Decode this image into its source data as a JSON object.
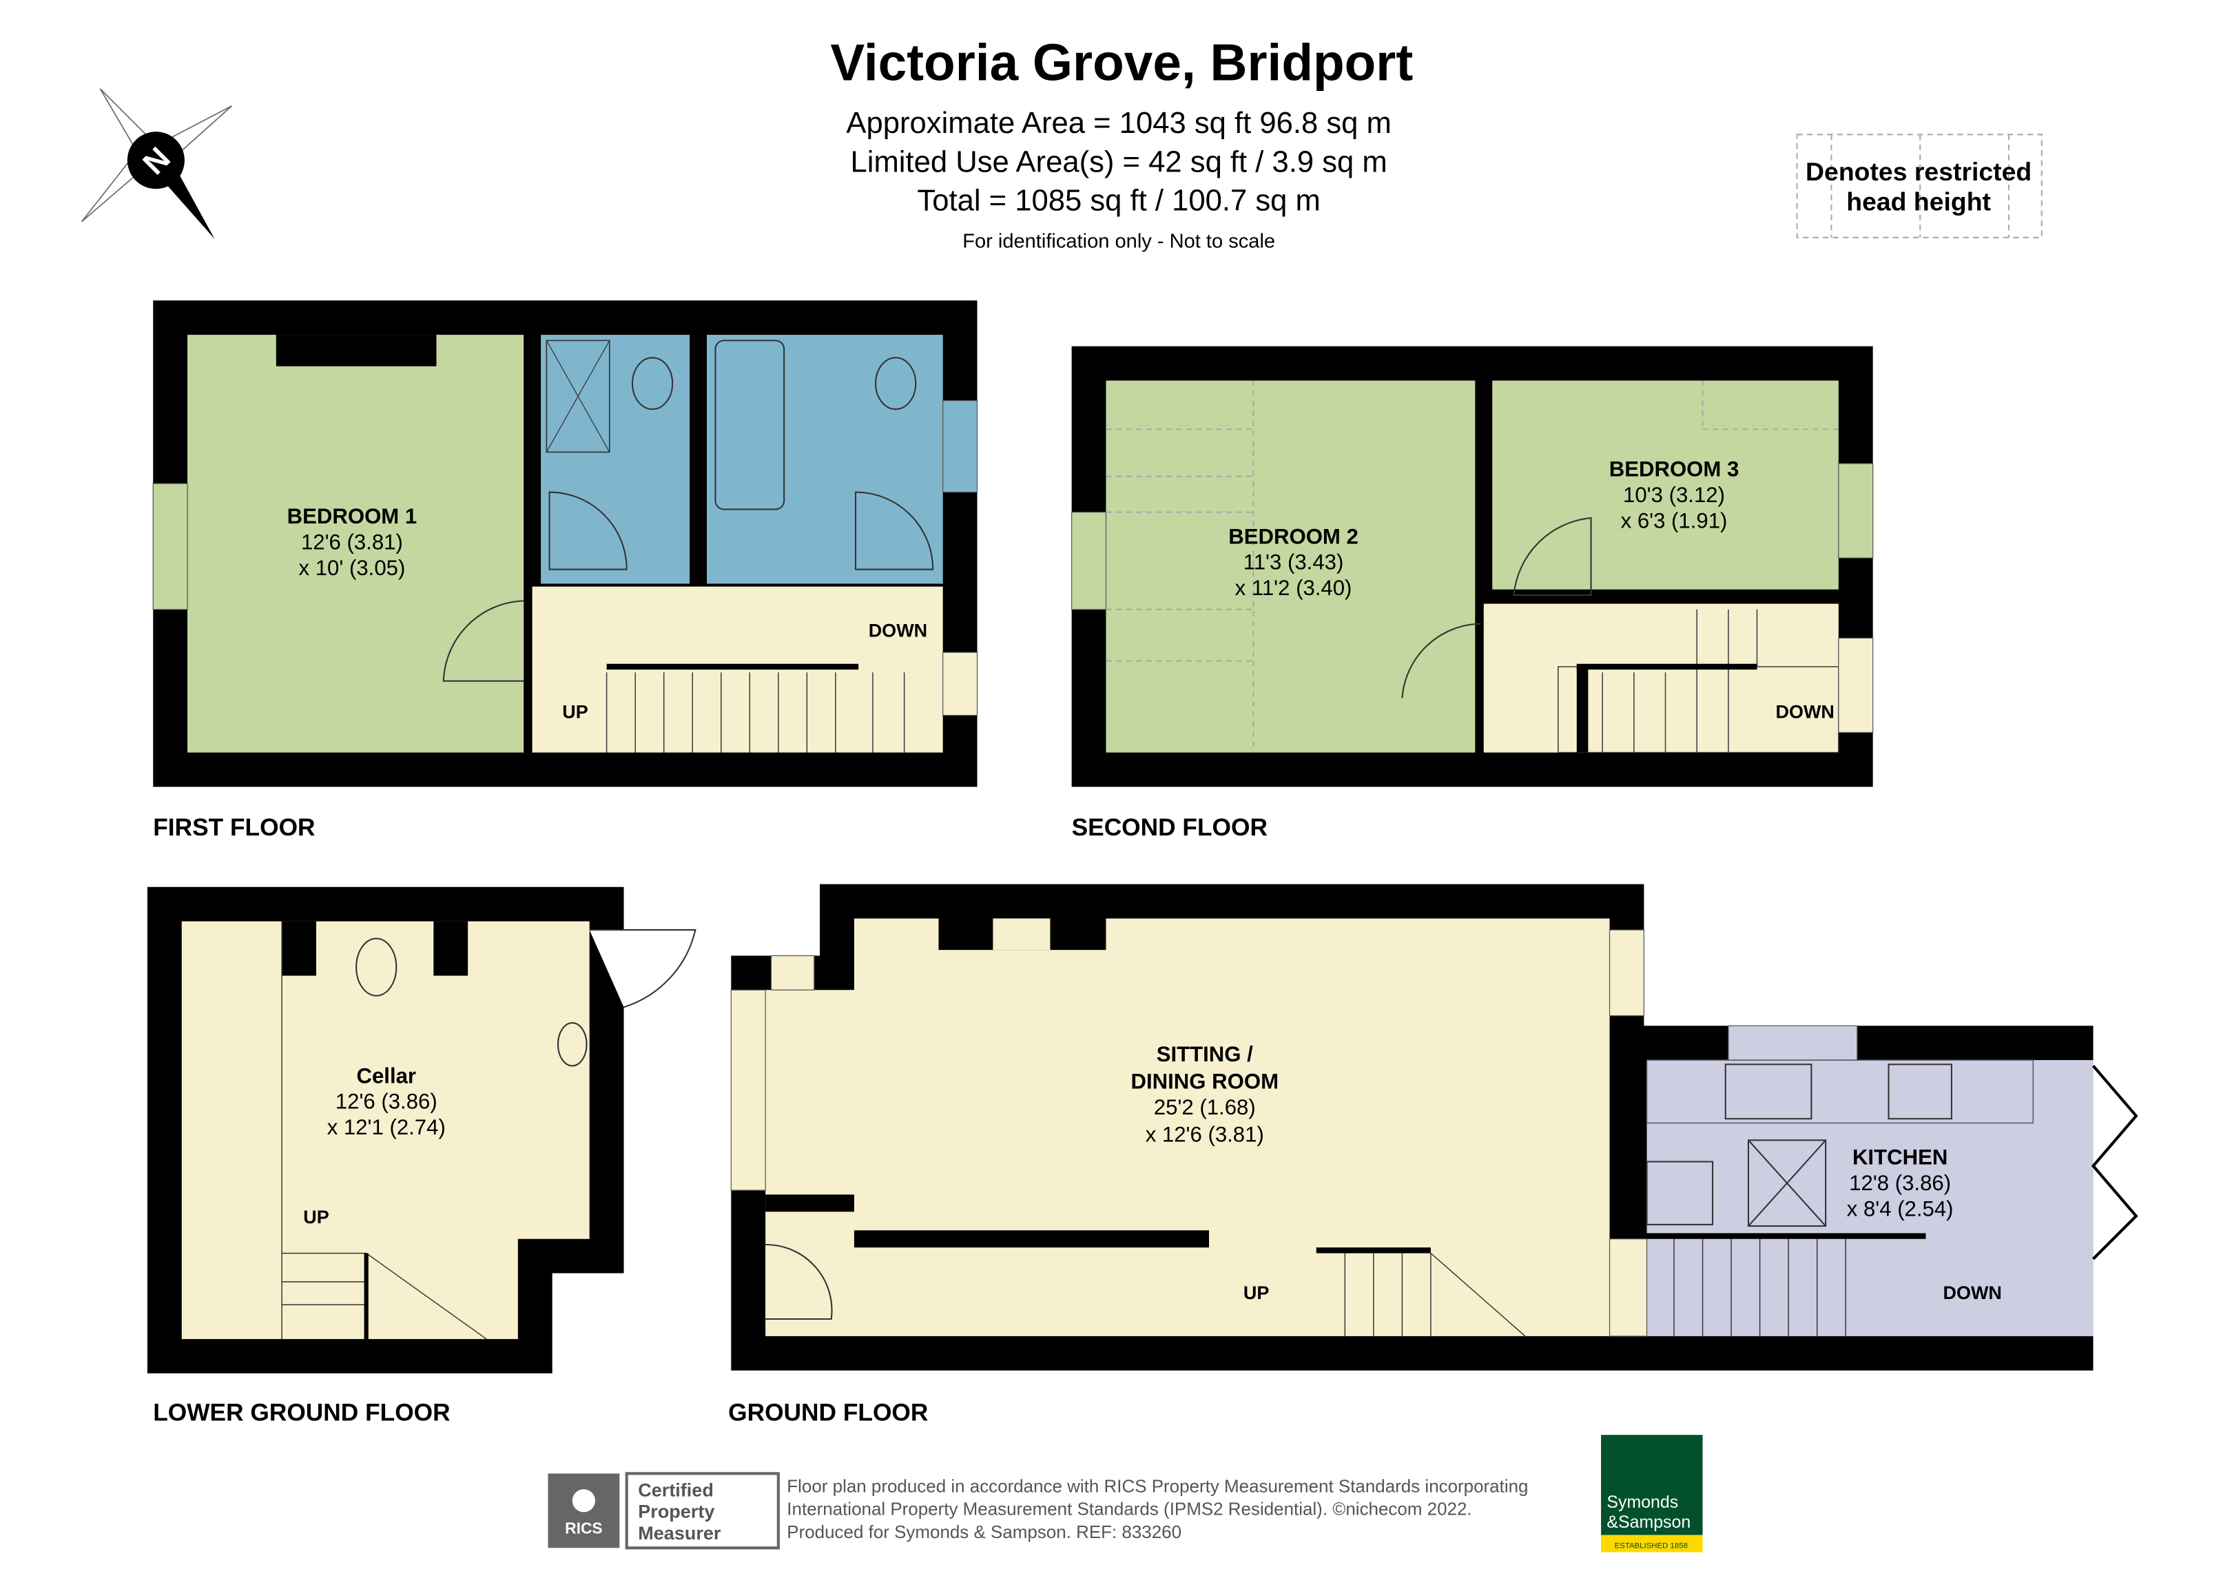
{
  "header": {
    "title": "Victoria Grove, Bridport",
    "area_line": "Approximate Area = 1043 sq ft  96.8 sq m",
    "limited_line": "Limited Use Area(s) = 42 sq ft / 3.9 sq m",
    "total_line": "Total = 1085 sq ft / 100.7 sq m",
    "note": "For identification only - Not to scale"
  },
  "compass": {
    "label": "N"
  },
  "legend": {
    "line1": "Denotes restricted",
    "line2": "head height"
  },
  "colors": {
    "bedroom": "#c4d7a0",
    "bathroom": "#80b6cd",
    "circulation": "#f6f0cf",
    "kitchen": "#cdcee2",
    "wall": "#000000"
  },
  "floors": {
    "first": {
      "label": "FIRST FLOOR",
      "bedroom1": {
        "name": "BEDROOM 1",
        "dim1": "12'6 (3.81)",
        "dim2": "x 10' (3.05)"
      },
      "up": "UP",
      "down": "DOWN"
    },
    "second": {
      "label": "SECOND FLOOR",
      "bedroom2": {
        "name": "BEDROOM 2",
        "dim1": "11'3 (3.43)",
        "dim2": "x 11'2 (3.40)"
      },
      "bedroom3": {
        "name": "BEDROOM 3",
        "dim1": "10'3 (3.12)",
        "dim2": "x 6'3 (1.91)"
      },
      "down": "DOWN"
    },
    "lower_ground": {
      "label": "LOWER GROUND FLOOR",
      "cellar": {
        "name": "Cellar",
        "dim1": "12'6 (3.86)",
        "dim2": "x 12'1 (2.74)"
      },
      "up": "UP"
    },
    "ground": {
      "label": "GROUND FLOOR",
      "sitting": {
        "name1": "SITTING /",
        "name2": "DINING ROOM",
        "dim1": "25'2 (1.68)",
        "dim2": "x 12'6 (3.81)"
      },
      "kitchen": {
        "name": "KITCHEN",
        "dim1": "12'8 (3.86)",
        "dim2": "x 8'4 (2.54)"
      },
      "up": "UP",
      "down": "DOWN"
    }
  },
  "footer": {
    "rics": "RICS",
    "certified": [
      "Certified",
      "Property",
      "Measurer"
    ],
    "line1": "Floor plan produced in accordance with RICS Property Measurement Standards incorporating",
    "line2": "International Property Measurement Standards (IPMS2 Residential).   ©nichecom 2022.",
    "line3": "Produced for Symonds & Sampson.   REF: 833260",
    "brand1": "Symonds",
    "brand2": "&Sampson",
    "brand_est": "ESTABLISHED 1858"
  }
}
